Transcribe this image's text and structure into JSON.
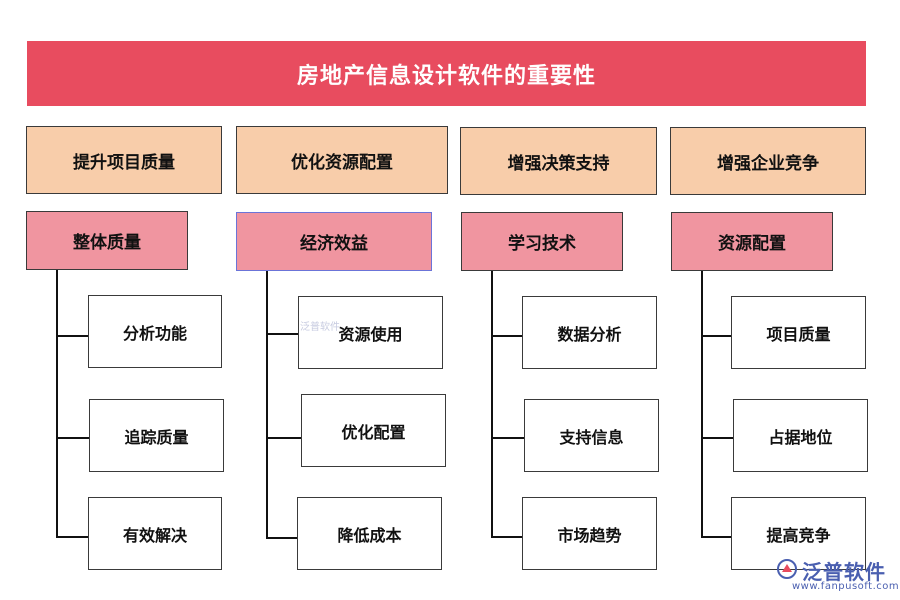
{
  "title": "房地产信息设计软件的重要性",
  "columns": [
    {
      "category": "提升项目质量",
      "sub": "整体质量",
      "items": [
        "分析功能",
        "追踪质量",
        "有效解决"
      ]
    },
    {
      "category": "优化资源配置",
      "sub": "经济效益",
      "items": [
        "资源使用",
        "优化配置",
        "降低成本"
      ]
    },
    {
      "category": "增强决策支持",
      "sub": "学习技术",
      "items": [
        "数据分析",
        "支持信息",
        "市场趋势"
      ]
    },
    {
      "category": "增强企业竞争",
      "sub": "资源配置",
      "items": [
        "项目质量",
        "占据地位",
        "提高竞争"
      ]
    }
  ],
  "watermark": {
    "faint_text": "泛普软件",
    "logo_text": "泛普软件",
    "url": "www.fanpusoft.com"
  },
  "colors": {
    "title_bg": "#e84c5f",
    "category_bg": "#f8cdaa",
    "sub_bg": "#f095a0",
    "logo": "#4a5fb0"
  }
}
